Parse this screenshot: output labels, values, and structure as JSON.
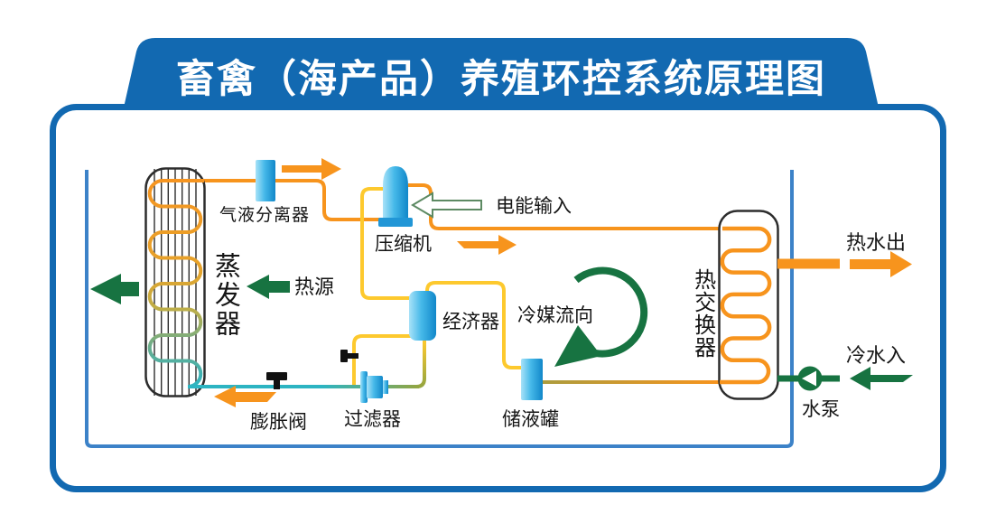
{
  "title": "畜禽（海产品）养殖环控系统原理图",
  "labels": {
    "separator": "气液分离器",
    "compressor": "压缩机",
    "power_input": "电能输入",
    "heat_source": "热源",
    "evaporator": "蒸发器",
    "economizer": "经济器",
    "refrigerant_flow": "冷媒流向",
    "receiver": "储液罐",
    "filter": "过滤器",
    "expansion_valve": "膨胀阀",
    "heat_exchanger": "热交换器",
    "hot_water_out": "热水出",
    "cold_water_in": "冷水入",
    "water_pump": "水泵"
  },
  "colors": {
    "banner_blue": "#1269b1",
    "inner_tank_blue": "#3c82c8",
    "pipe_orange": "#f7941d",
    "pipe_yellow": "#fdc92e",
    "pipe_teal": "#2cb4c2",
    "pipe_olive": "#ac9c3e",
    "arrow_green": "#177341",
    "component_blue": "#1794d4",
    "outline_black": "#2d2d2d"
  }
}
